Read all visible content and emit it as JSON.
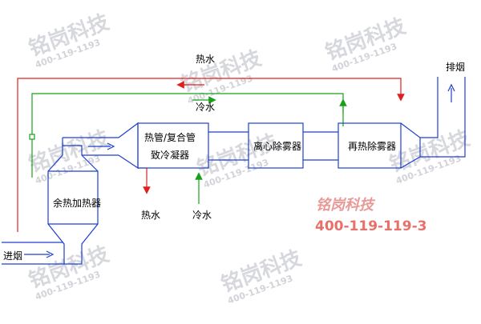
{
  "labels": {
    "hot_water_top": "热水",
    "cold_water_top": "冷水",
    "exhaust": "排烟",
    "heat_pipe_line1": "热管/复合管",
    "heat_pipe_line2": "致冷凝器",
    "centrifugal": "离心除雾器",
    "reheat": "再热除雾器",
    "waste_heater": "余热加热器",
    "hot_water_bottom": "热水",
    "cold_water_bottom": "冷水",
    "flue_in": "进烟"
  },
  "brand": {
    "name": "铭岗科技",
    "phone": "400-119-119-3"
  },
  "watermark": {
    "name": "铭岗科技",
    "phone": "400-119-1193"
  },
  "colors": {
    "equipment": "#1f3fd0",
    "hot_water": "#e02020",
    "cold_water": "#19a019",
    "brand": "#e8706a",
    "watermark": "#c9ccd2"
  }
}
